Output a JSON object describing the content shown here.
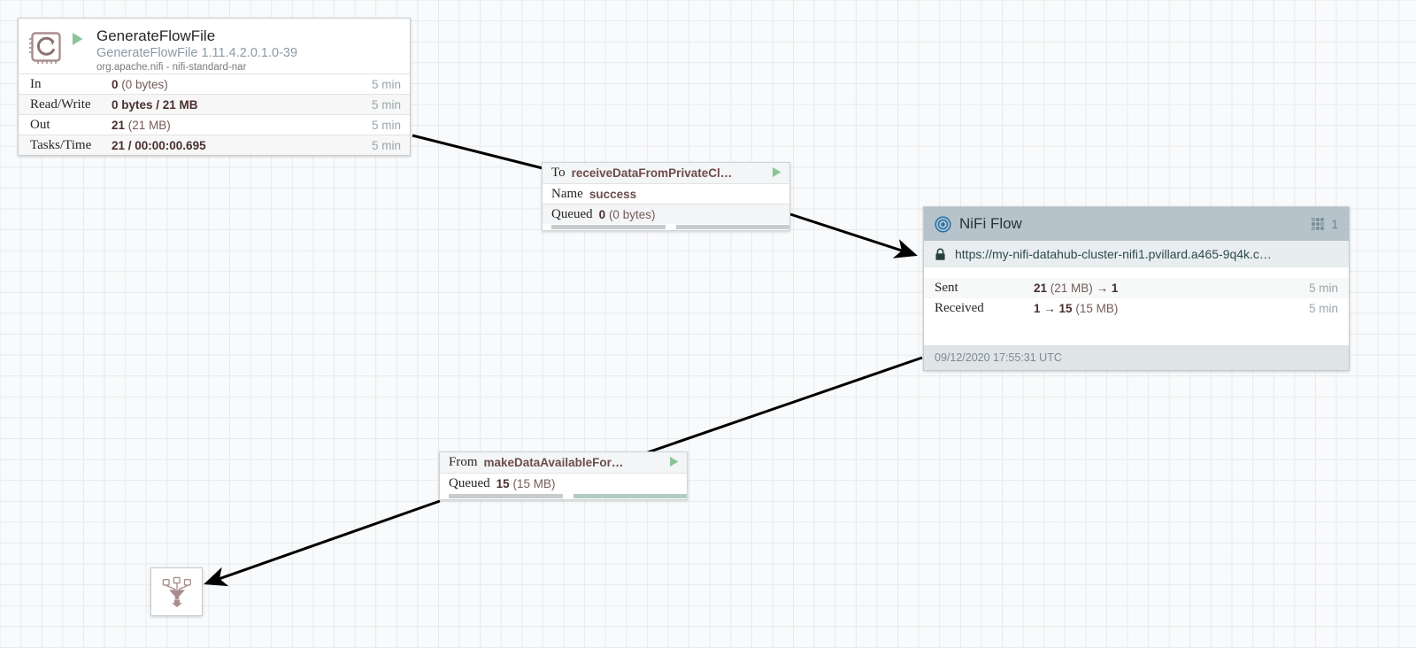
{
  "canvas": {
    "background_color": "#f9fafb",
    "grid_color": "#e6eaec"
  },
  "processor": {
    "icon": "processor-chip-icon",
    "run_state_icon": "play-triangle-icon",
    "name": "GenerateFlowFile",
    "type": "GenerateFlowFile 1.11.4.2.0.1.0-39",
    "bundle": "org.apache.nifi - nifi-standard-nar",
    "stats": [
      {
        "label": "In",
        "value_bold": "0",
        "value_rest": "(0 bytes)",
        "time": "5 min"
      },
      {
        "label": "Read/Write",
        "value_bold": "0 bytes / 21 MB",
        "value_rest": "",
        "time": "5 min"
      },
      {
        "label": "Out",
        "value_bold": "21",
        "value_rest": "(21 MB)",
        "time": "5 min"
      },
      {
        "label": "Tasks/Time",
        "value_bold": "21 / 00:00:00.695",
        "value_rest": "",
        "time": "5 min"
      }
    ]
  },
  "connection_to": {
    "direction_label": "To",
    "destination": "receiveDataFromPrivateCl…",
    "name_label": "Name",
    "name_value": "success",
    "queued_label": "Queued",
    "queued_bold": "0",
    "queued_rest": "(0 bytes)",
    "run_state_icon": "play-triangle-icon",
    "bars": [
      {
        "name": "queue-count-bar",
        "color": "#c8ccce",
        "width_pct": 46
      },
      {
        "name": "queue-size-bar",
        "color": "#c8ccce",
        "width_pct": 46
      }
    ]
  },
  "connection_from": {
    "direction_label": "From",
    "source": "makeDataAvailableFor…",
    "queued_label": "Queued",
    "queued_bold": "15",
    "queued_rest": "(15 MB)",
    "run_state_icon": "play-triangle-icon",
    "bars": [
      {
        "name": "queue-count-bar",
        "color": "#c8ccce",
        "width_pct": 46
      },
      {
        "name": "queue-size-bar",
        "color": "#b3ccc2",
        "width_pct": 46
      }
    ]
  },
  "remote_process_group": {
    "header_icon": "remote-group-target-icon",
    "title": "NiFi Flow",
    "transmitting_icon": "port-grid-icon",
    "transmitting_count": "1",
    "secure_icon": "lock-icon",
    "url": "https://my-nifi-datahub-cluster-nifi1.pvillard.a465-9q4k.c…",
    "stats": [
      {
        "label": "Sent",
        "value_html": "<b>21</b> (21 MB) <b>→</b> <b>1</b>",
        "time": "5 min"
      },
      {
        "label": "Received",
        "value_html": "<b>1</b> <b>→</b> <b>15</b> (15 MB)",
        "time": "5 min"
      }
    ],
    "last_refreshed": "09/12/2020 17:55:31 UTC"
  },
  "funnel": {
    "icon": "funnel-icon",
    "label": ""
  },
  "links": [
    {
      "name": "link-processor-to-connection",
      "from": "processor",
      "to": "connection-to"
    },
    {
      "name": "link-connection-to-remote-group",
      "from": "connection-to",
      "to": "remote-process-group"
    },
    {
      "name": "link-remote-group-to-connection-from",
      "from": "remote-process-group",
      "to": "connection-from"
    },
    {
      "name": "link-connection-from-to-funnel",
      "from": "connection-from",
      "to": "funnel"
    }
  ]
}
